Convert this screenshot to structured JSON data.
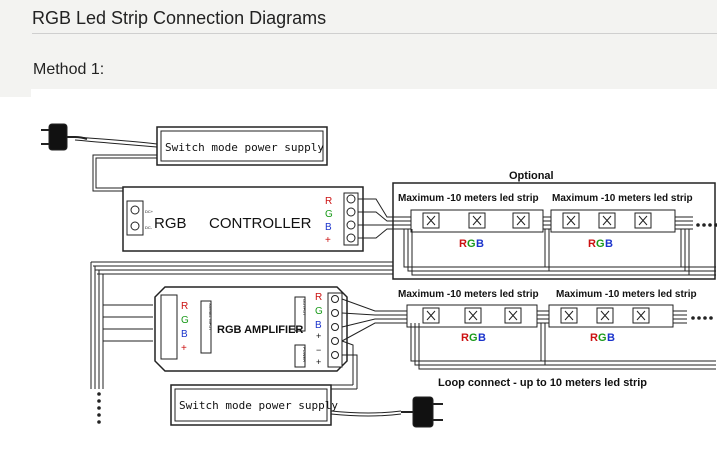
{
  "page": {
    "title": "RGB Led Strip Connection Diagrams",
    "method": "Method 1:"
  },
  "diagram": {
    "psu_label": "Switch mode power supply",
    "controller": {
      "name": "RGB",
      "title": "CONTROLLER"
    },
    "optional_label": "Optional",
    "strip_label": "Maximum -10 meters led strip",
    "rgb_label": [
      "R",
      "G",
      "B"
    ],
    "amplifier_label": "RGB AMPLIFIER",
    "amp_signal_label": "SIGNAL INPUT",
    "amp_output_label": "OUTPUT",
    "amp_power_label": "POWER",
    "loop_label": "Loop connect - up to 10 meters led strip",
    "terminal_labels": [
      "R",
      "G",
      "B",
      "+"
    ],
    "power_terminal_labels": [
      "−",
      "+"
    ],
    "dc_labels": [
      "DC+",
      "DC-"
    ],
    "colors": {
      "red": "#cc1111",
      "green": "#1a9a1a",
      "blue": "#1a33cc",
      "line": "#222222"
    }
  }
}
